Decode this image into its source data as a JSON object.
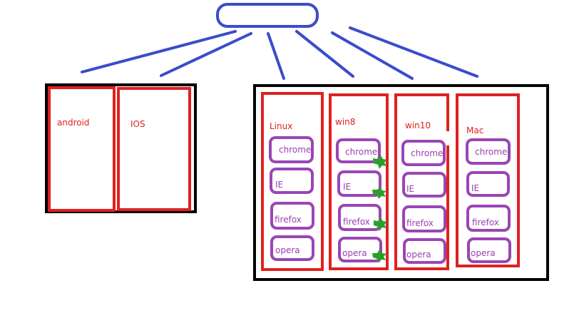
{
  "colors": {
    "connector": "#3a4ccc",
    "group_border": "#000000",
    "os_border": "#e02020",
    "browser_border": "#9b45b4",
    "os_text": "#e02020",
    "browser_text": "#9b3fb0",
    "check_mark": "#2aa02a"
  },
  "root": {
    "label": ""
  },
  "mobile_group": {
    "platforms": [
      {
        "name": "android"
      },
      {
        "name": "IOS"
      }
    ]
  },
  "desktop_group": {
    "platforms": [
      {
        "name": "Linux",
        "browsers": [
          "chrome",
          "IE",
          "firefox",
          "opera"
        ],
        "checked": [
          false,
          false,
          false,
          false
        ]
      },
      {
        "name": "win8",
        "browsers": [
          "chrome",
          "IE",
          "firefox",
          "opera"
        ],
        "checked": [
          true,
          true,
          true,
          true
        ]
      },
      {
        "name": "win10",
        "browsers": [
          "chrome",
          "IE",
          "firefox",
          "opera"
        ],
        "checked": [
          false,
          false,
          false,
          false
        ]
      },
      {
        "name": "Mac",
        "browsers": [
          "chrome",
          "IE",
          "firefox",
          "opera"
        ],
        "checked": [
          false,
          false,
          false,
          false
        ]
      }
    ]
  }
}
